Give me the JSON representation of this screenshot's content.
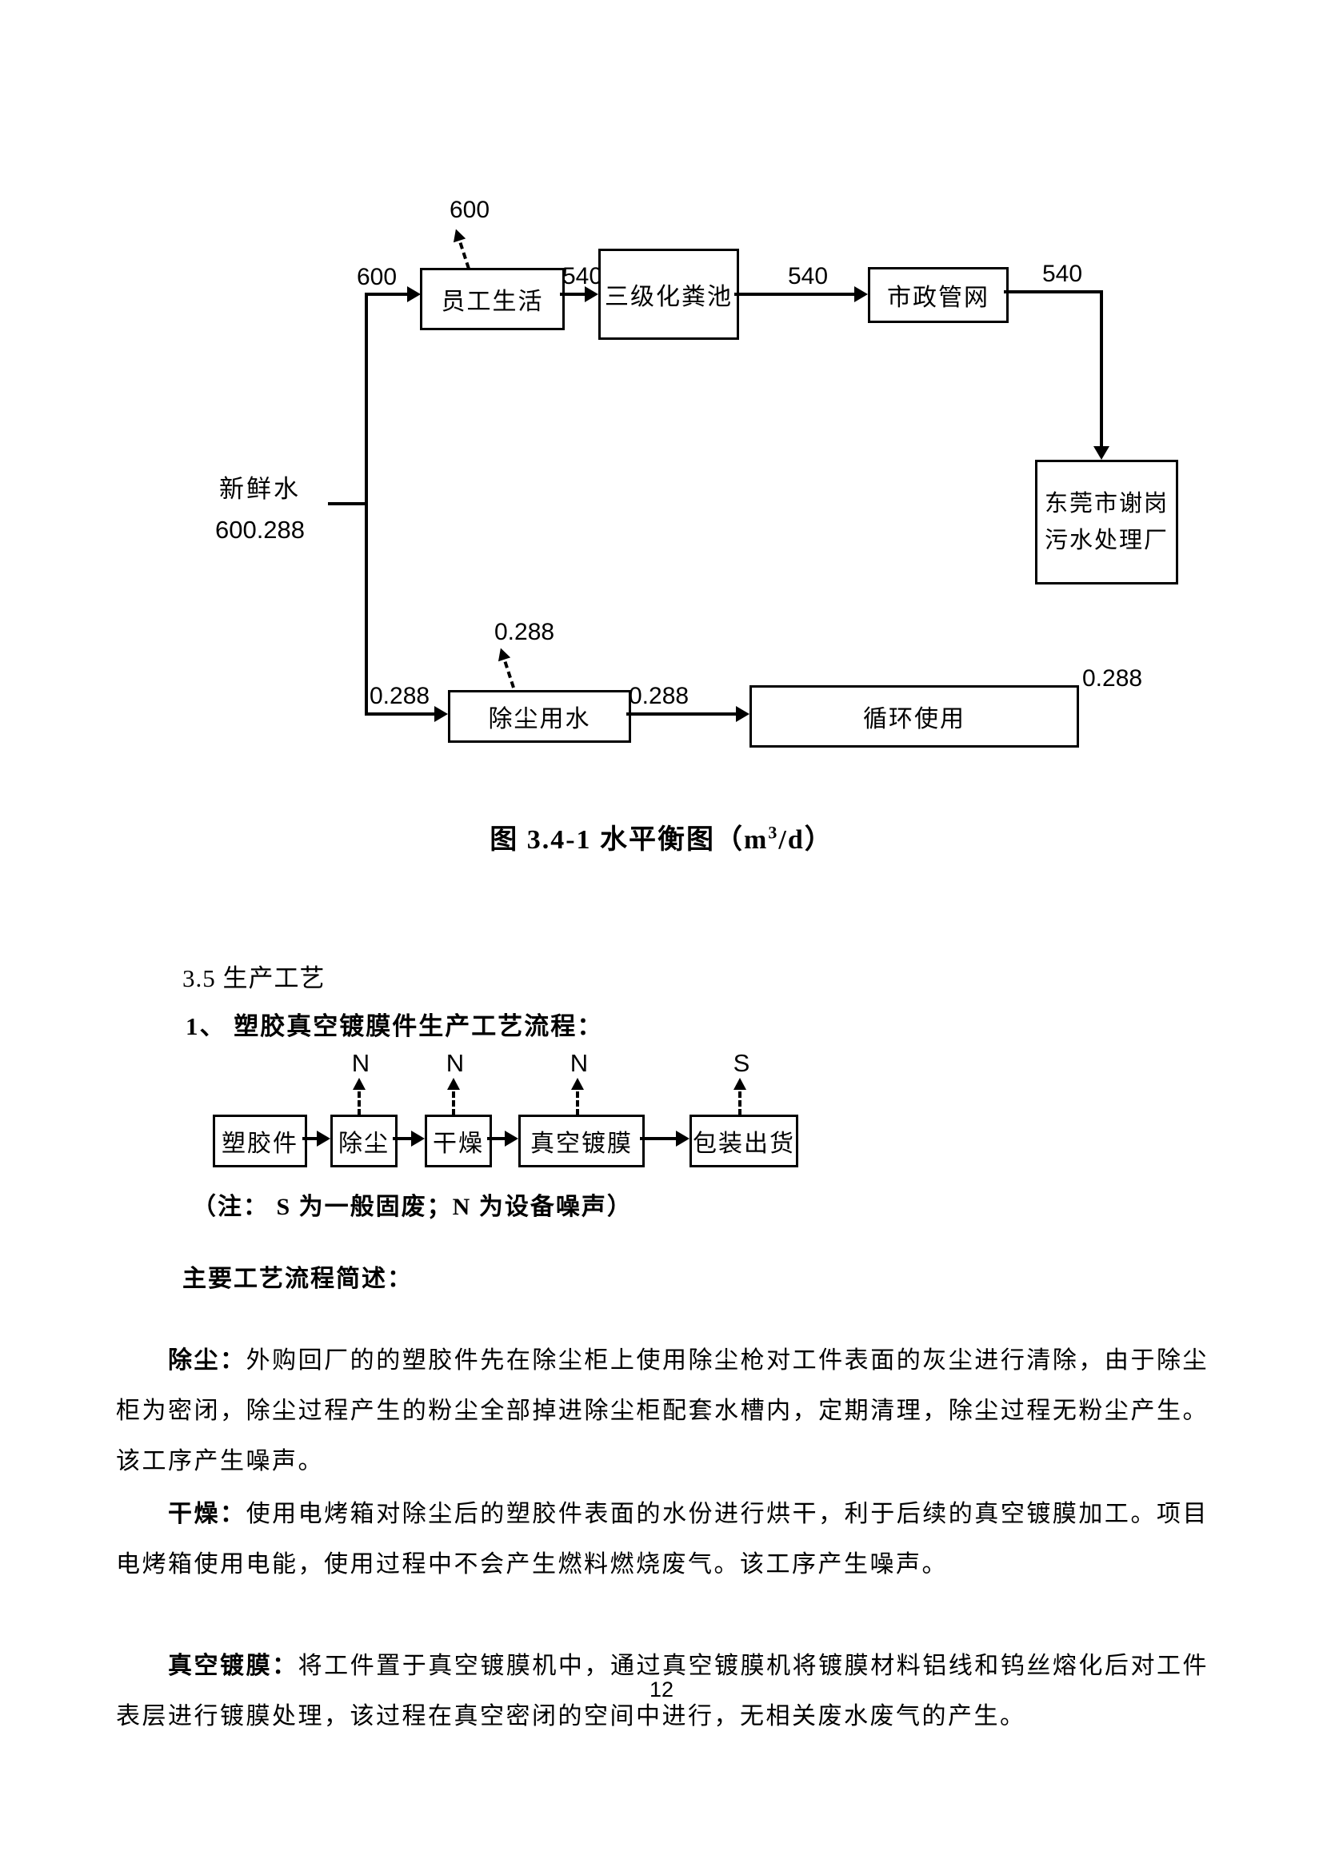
{
  "water_diagram": {
    "source": {
      "label": "新鲜水",
      "value": "600.288"
    },
    "boxes": {
      "staff": "员工生活",
      "septic": "三级化粪池",
      "municipal": "市政管网",
      "plant_line1": "东莞市谢岗",
      "plant_line2": "污水处理厂",
      "dust": "除尘用水",
      "recycle": "循环使用"
    },
    "flows": {
      "top_in": "600",
      "top_evap": "600",
      "f540a": "540",
      "f540b": "540",
      "f540c": "540",
      "bottom_in": "0.288",
      "bottom_evap": "0.288",
      "bottom_mid": "0.288",
      "bottom_out": "0.288"
    },
    "caption": {
      "pre": "图 3.4-1  水平衡图（m",
      "sup": "3",
      "post": "/d）"
    }
  },
  "sections": {
    "s35": "3.5 生产工艺",
    "item1": "1、 塑胶真空镀膜件生产工艺流程：",
    "note": "（注：  S 为一般固废；N 为设备噪声）",
    "summary_heading": "主要工艺流程简述："
  },
  "process_diagram": {
    "boxes": [
      "塑胶件",
      "除尘",
      "干燥",
      "真空镀膜",
      "包装出货"
    ],
    "emissions": {
      "n1": "N",
      "n2": "N",
      "n3": "N",
      "s1": "S"
    }
  },
  "paragraphs": [
    {
      "lead": "除尘：",
      "body": "外购回厂的的塑胶件先在除尘柜上使用除尘枪对工件表面的灰尘进行清除，由于除尘柜为密闭，除尘过程产生的粉尘全部掉进除尘柜配套水槽内，定期清理，除尘过程无粉尘产生。该工序产生噪声。"
    },
    {
      "lead": "干燥：",
      "body": "使用电烤箱对除尘后的塑胶件表面的水份进行烘干，利于后续的真空镀膜加工。项目电烤箱使用电能，使用过程中不会产生燃料燃烧废气。该工序产生噪声。"
    },
    {
      "lead": "真空镀膜：",
      "body": "将工件置于真空镀膜机中，通过真空镀膜机将镀膜材料铝线和钨丝熔化后对工件表层进行镀膜处理，该过程在真空密闭的空间中进行，无相关废水废气的产生。"
    }
  ],
  "page_number": "12"
}
